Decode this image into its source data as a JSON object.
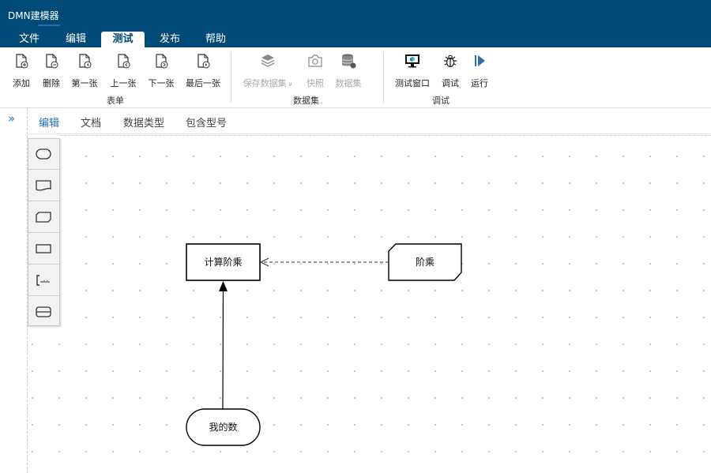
{
  "app": {
    "title": "DMN建模器"
  },
  "menu": {
    "tabs": [
      "文件",
      "编辑",
      "测试",
      "发布",
      "帮助"
    ],
    "active": "测试"
  },
  "ribbon": {
    "form": {
      "label": "表单",
      "buttons": [
        "添加",
        "删除",
        "第一张",
        "上一张",
        "下一张",
        "最后一张"
      ]
    },
    "dataset": {
      "label": "数据集",
      "save_label": "保存数据集",
      "snapshot_label": "快照",
      "dataset_label": "数据集"
    },
    "debug": {
      "label": "调试",
      "buttons": [
        "测试窗口",
        "调试",
        "运行"
      ]
    }
  },
  "subtabs": {
    "items": [
      "编辑",
      "文档",
      "数据类型",
      "包含型号"
    ],
    "active": "编辑"
  },
  "palette": {
    "items": [
      "decision-shape-icon",
      "input-data-shape-icon",
      "business-knowledge-shape-icon",
      "knowledge-source-shape-icon",
      "text-annotation-shape-icon",
      "decision-service-shape-icon"
    ]
  },
  "diagram": {
    "decision": {
      "label": "计算阶乘"
    },
    "knowledge": {
      "label": "阶乘"
    },
    "input": {
      "label": "我的数"
    }
  },
  "colors": {
    "titlebar": "#004a7a",
    "accent": "#1f6fb5"
  }
}
